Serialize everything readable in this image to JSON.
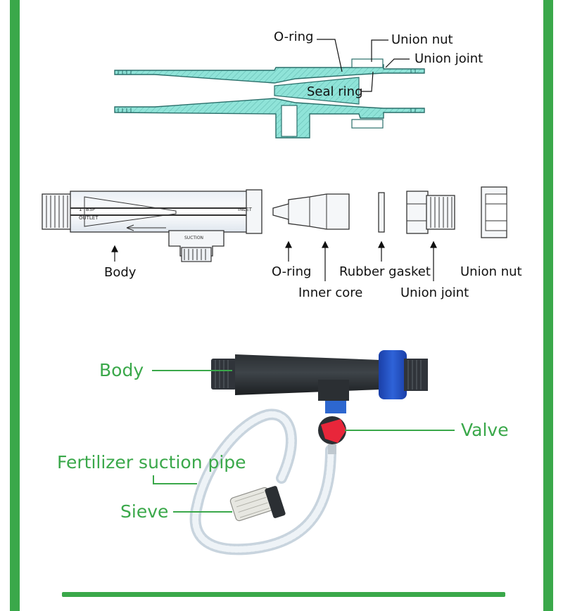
{
  "section_cross_section": {
    "labels": {
      "o_ring": "O-ring",
      "union_nut": "Union nut",
      "union_joint": "Union joint",
      "seal_ring": "Seal ring"
    }
  },
  "section_exploded": {
    "labels": {
      "body": "Body",
      "o_ring": "O-ring",
      "inner_core": "Inner core",
      "rubber_gasket": "Rubber gasket",
      "union_joint": "Union joint",
      "union_nut": "Union nut"
    },
    "body_markings": {
      "bsp": "1\" BSP",
      "outlet": "OUTLET",
      "inlet": "INLET",
      "suction": "SUCTION"
    }
  },
  "section_photo": {
    "labels": {
      "body": "Body",
      "valve": "Valve",
      "suction_pipe": "Fertilizer suction pipe",
      "sieve": "Sieve"
    }
  },
  "colors": {
    "frame_green": "#3aa84a",
    "section_teal": "#8fe3d8",
    "label_green": "#3aa84a"
  }
}
